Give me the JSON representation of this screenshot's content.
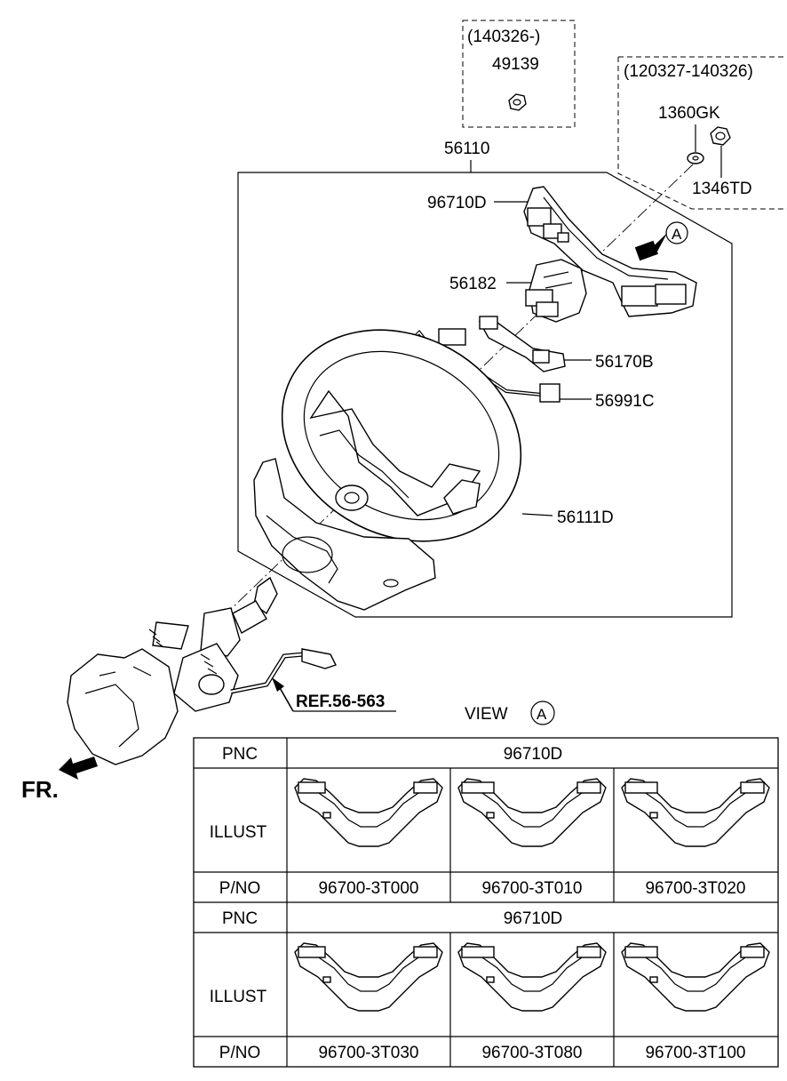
{
  "callouts": {
    "date_range_new": "(140326-)",
    "nut_new": "49139",
    "date_range_old": "(120327-140326)",
    "washer_old": "1360GK",
    "nut_old": "1346TD",
    "assembly": "56110",
    "remote_switch": "96710D",
    "clock_spring": "56182",
    "extension_wire": "56170B",
    "wiring": "56991C",
    "wheel_body": "56111D",
    "ref": "REF.56-563",
    "front": "FR.",
    "view_marker": "A",
    "view_label": "VIEW",
    "view_circle": "A"
  },
  "table": {
    "sections": [
      {
        "pnc_label": "PNC",
        "pnc_value": "96710D",
        "illust_label": "ILLUST",
        "pno_label": "P/NO",
        "part_numbers": [
          "96700-3T000",
          "96700-3T010",
          "96700-3T020"
        ]
      },
      {
        "pnc_label": "PNC",
        "pnc_value": "96710D",
        "illust_label": "ILLUST",
        "pno_label": "P/NO",
        "part_numbers": [
          "96700-3T030",
          "96700-3T080",
          "96700-3T100"
        ]
      }
    ]
  }
}
